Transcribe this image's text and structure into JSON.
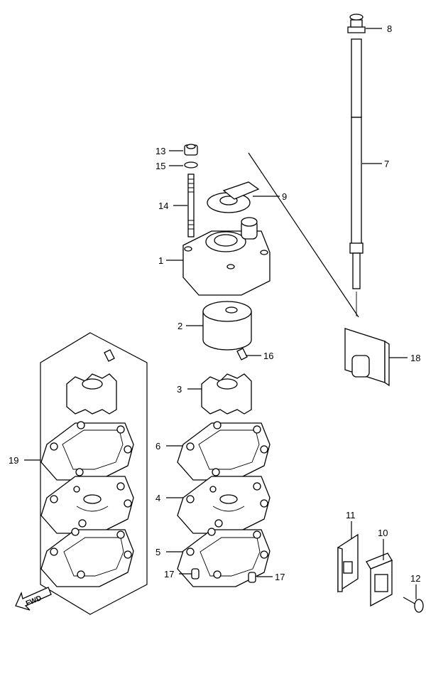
{
  "callouts": {
    "c1": "1",
    "c2": "2",
    "c3": "3",
    "c4": "4",
    "c5": "5",
    "c6": "6",
    "c7": "7",
    "c8": "8",
    "c9": "9",
    "c10": "10",
    "c11": "11",
    "c12": "12",
    "c13": "13",
    "c14": "14",
    "c15": "15",
    "c16": "16",
    "c17a": "17",
    "c17b": "17",
    "c18": "18",
    "c19": "19"
  },
  "fwd_label": "FWD",
  "icons": {
    "fwd": "fwd-arrow-icon"
  }
}
